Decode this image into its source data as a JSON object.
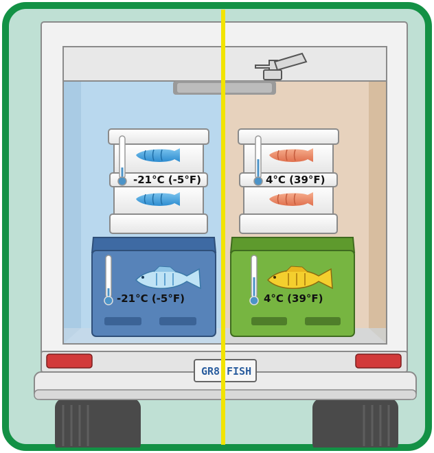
{
  "labels": {
    "frozen_box_top_temp": "-21°C (-5°F)",
    "chilled_box_top_temp": "4°C (39°F)",
    "frozen_cooler_temp": "-21°C (-5°F)",
    "chilled_cooler_temp": "4°C (39°F)",
    "plate_left": "GR8",
    "plate_right": "FISH"
  },
  "colors": {
    "frame": "#139145",
    "background": "#bfe0d4",
    "divider": "#f2e400",
    "frozen_side": "#b9d8ee",
    "chilled_side": "#e7d2bd",
    "frozen_cooler": "#5783b9",
    "chilled_cooler": "#77b541",
    "frozen_fish": "#49a6dc",
    "chilled_fish": "#ef8b66",
    "taillight": "#d23a3a"
  },
  "icons": [
    "truck-icon",
    "container-icon",
    "cooler-icon",
    "fish-icon",
    "thermometer-icon",
    "door-latch-icon"
  ]
}
